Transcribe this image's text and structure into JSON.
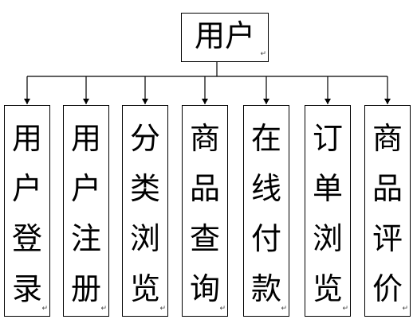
{
  "diagram": {
    "root": {
      "label": "用户"
    },
    "children": [
      {
        "label": "用户登录"
      },
      {
        "label": "用户注册"
      },
      {
        "label": "分类浏览"
      },
      {
        "label": "商品查询"
      },
      {
        "label": "在线付款"
      },
      {
        "label": "订单浏览"
      },
      {
        "label": "商品评价"
      }
    ],
    "paragraph_mark": "↵"
  }
}
